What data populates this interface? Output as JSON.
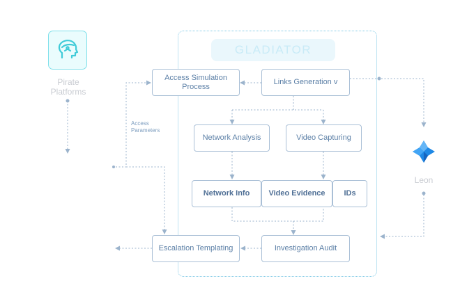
{
  "title": "GLADIATOR",
  "sources": {
    "pirate_platforms": "Pirate Platforms",
    "leon": "Leon"
  },
  "nodes": {
    "access_simulation": "Access Simulation Process",
    "links_generation": "Links Generation v",
    "network_analysis": "Network Analysis",
    "video_capturing": "Video Capturing",
    "network_info": "Network Info",
    "video_evidence": "Video Evidence",
    "ids": "IDs",
    "escalation_templating": "Escalation Templating",
    "investigation_audit": "Investigation Audit"
  },
  "edge_labels": {
    "access_parameters": "Access Parameters"
  },
  "colors": {
    "line": "#9bb3cc",
    "node_border": "#a9bfd6",
    "node_text": "#5b7fa6",
    "frame": "#7fc9e6",
    "pirate_icon": "#3fcbd8",
    "leon_logo": "#1e88e5"
  },
  "icons": {
    "pirate": "pirate-head-icon",
    "leon": "leon-logo-icon"
  }
}
